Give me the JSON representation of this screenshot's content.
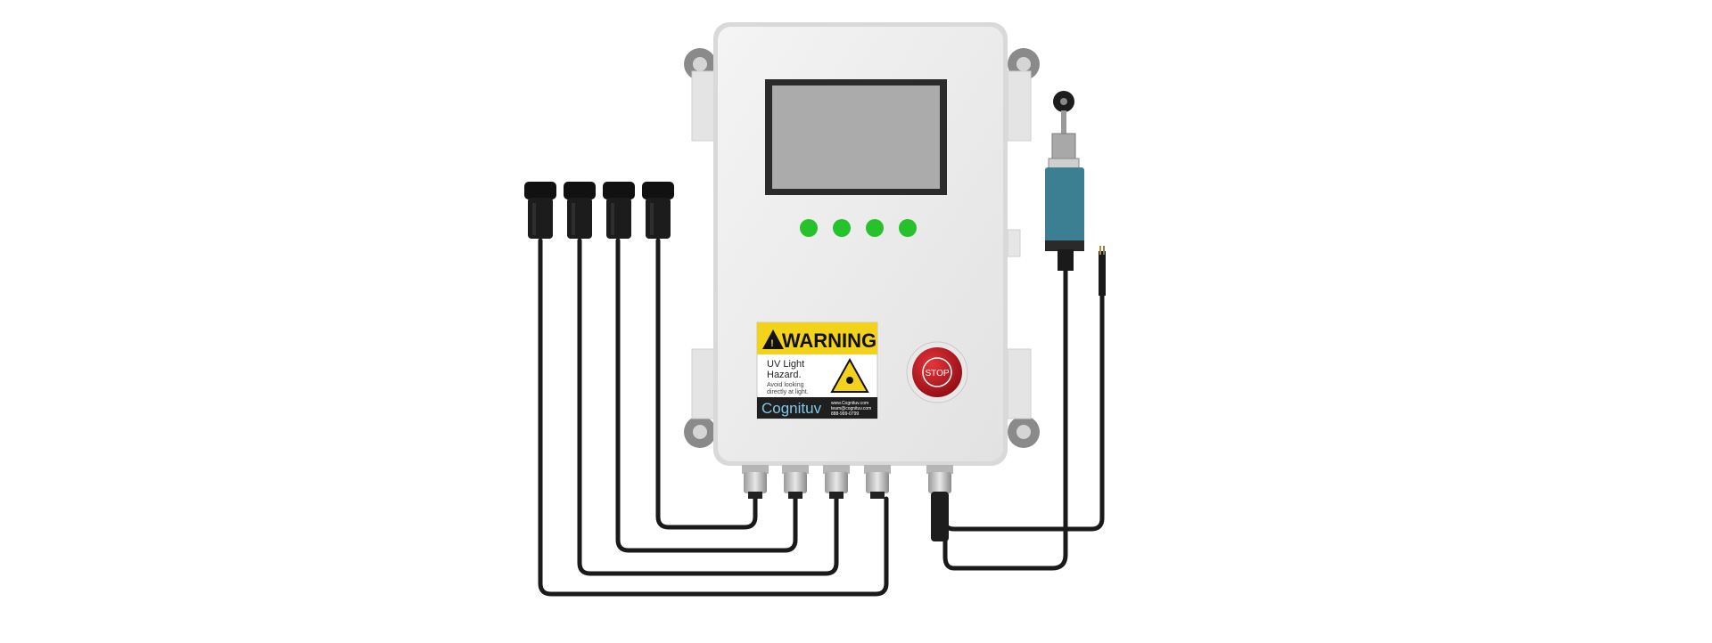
{
  "image": {
    "background_color": "#ffffff"
  },
  "enclosure": {
    "body_color": "#ececec",
    "edge_color": "#d4d4d4",
    "screen_color": "#ababab",
    "screen_bezel_color": "#2b2b2b",
    "indicator_color": "#27c22b",
    "indicator_count": 4
  },
  "warning_label": {
    "header_text": "WARNING",
    "line1": "UV Light",
    "line2": "Hazard.",
    "line3": "Avoid looking",
    "line4": "directly at light.",
    "brand": "Cognituv",
    "contact_line1": "www.Cognituv.com",
    "contact_line2": "team@cognituv.com",
    "contact_line3": "888-999-0799",
    "header_color": "#f2d21b",
    "footer_color": "#1f1f1f"
  },
  "stop_button": {
    "label": "STOP",
    "color": "#c4161c"
  },
  "sensors": {
    "connector_count": 4,
    "cable_color": "#1a1a1a"
  },
  "limit_switch": {
    "body_color": "#3d7f92"
  }
}
